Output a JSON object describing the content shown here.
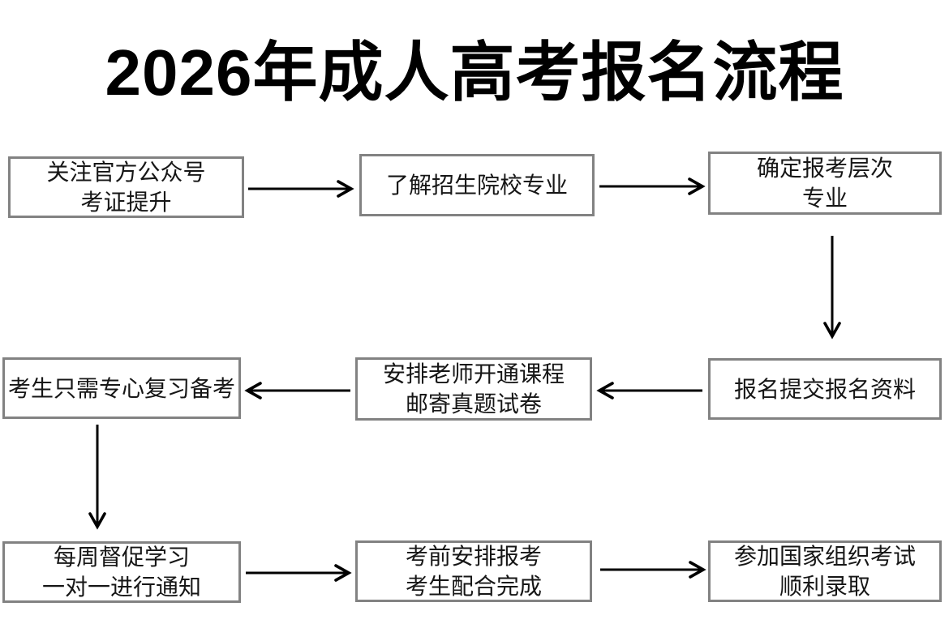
{
  "title": "2026年成人高考报名流程",
  "flowchart": {
    "steps": [
      {
        "lines": [
          "关注官方公众号",
          "考证提升"
        ]
      },
      {
        "lines": [
          "了解招生院校专业"
        ]
      },
      {
        "lines": [
          "确定报考层次",
          "专业"
        ]
      },
      {
        "lines": [
          "报名提交报名资料"
        ]
      },
      {
        "lines": [
          "安排老师开通课程",
          "邮寄真题试卷"
        ]
      },
      {
        "lines": [
          "考生只需专心复习备考"
        ]
      },
      {
        "lines": [
          "每周督促学习",
          "一对一进行通知"
        ]
      },
      {
        "lines": [
          "考前安排报考",
          "考生配合完成"
        ]
      },
      {
        "lines": [
          "参加国家组织考试",
          "顺利录取"
        ]
      }
    ],
    "connections": [
      {
        "from": 1,
        "to": 2,
        "direction": "right"
      },
      {
        "from": 2,
        "to": 3,
        "direction": "right"
      },
      {
        "from": 3,
        "to": 4,
        "direction": "down"
      },
      {
        "from": 4,
        "to": 5,
        "direction": "left"
      },
      {
        "from": 5,
        "to": 6,
        "direction": "left"
      },
      {
        "from": 6,
        "to": 7,
        "direction": "down"
      },
      {
        "from": 7,
        "to": 8,
        "direction": "right"
      },
      {
        "from": 8,
        "to": 9,
        "direction": "right"
      }
    ]
  },
  "colors": {
    "background": "#ffffff",
    "box_border": "#828282",
    "arrow": "#000000",
    "title_text": "#000000",
    "box_text": "#161616"
  }
}
